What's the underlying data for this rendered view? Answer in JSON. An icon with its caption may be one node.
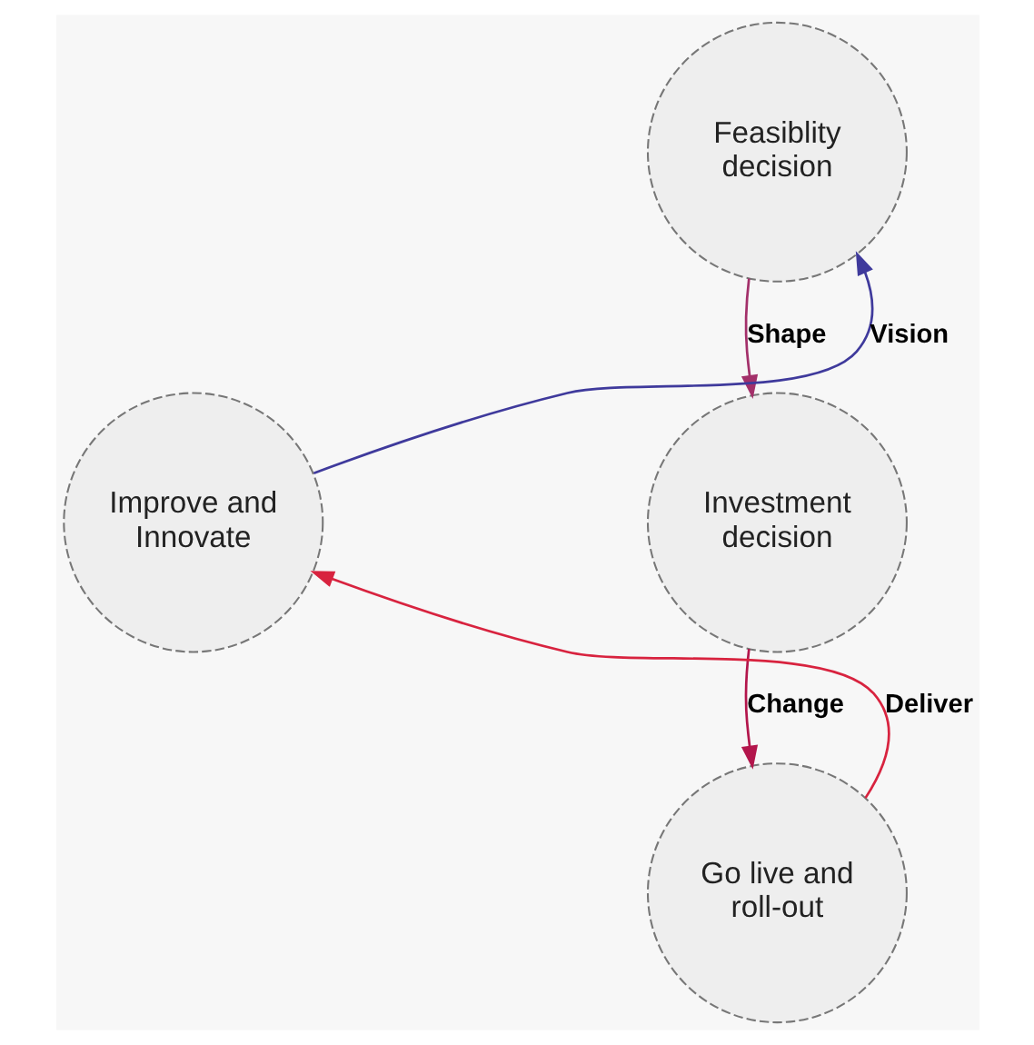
{
  "diagram": {
    "nodes": [
      {
        "text": [
          "Feasiblity decision"
        ]
      },
      {
        "text": [
          "Investment decision"
        ]
      },
      {
        "text": [
          "Go live and roll-out"
        ]
      },
      {
        "text": [
          "Improve and Innovate"
        ]
      }
    ],
    "edges": [
      {
        "from": 0,
        "to": 1,
        "arrow": "to",
        "label": "Shape",
        "color": "#a3306a"
      },
      {
        "from": 1,
        "to": 2,
        "arrow": "to",
        "label": "Change",
        "color": "#b3164c"
      },
      {
        "from": 2,
        "to": 3,
        "arrow": "to",
        "label": "Deliver",
        "color": "#d8233f"
      },
      {
        "from": 3,
        "to": 0,
        "arrow": "to",
        "label": "Vision",
        "color": "#3f3a9c"
      }
    ]
  }
}
